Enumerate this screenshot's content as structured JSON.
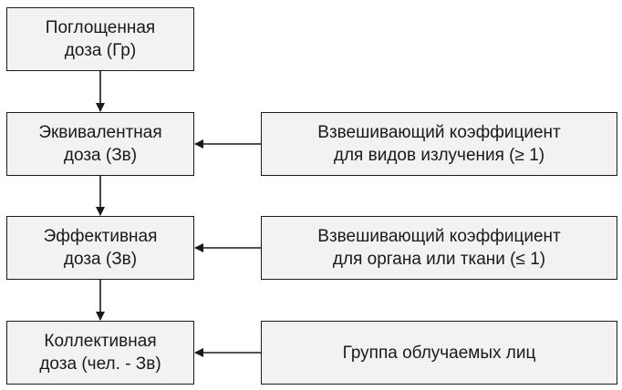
{
  "left_column": {
    "absorbed_dose": {
      "line1": "Поглощенная",
      "line2": "доза (Гр)"
    },
    "equivalent_dose": {
      "line1": "Эквивалентная",
      "line2": "доза (Зв)"
    },
    "effective_dose": {
      "line1": "Эффективная",
      "line2": "доза (Зв)"
    },
    "collective_dose": {
      "line1": "Коллективная",
      "line2": "доза (чел. - Зв)"
    }
  },
  "right_column": {
    "radiation_weighting": {
      "line1": "Взвешивающий коэффициент",
      "line2": "для видов излучения (≥ 1)"
    },
    "tissue_weighting": {
      "line1": "Взвешивающий коэффициент",
      "line2": "для органа или ткани (≤ 1)"
    },
    "exposed_group": {
      "line1": "Группа облучаемых лиц"
    }
  },
  "colors": {
    "box_fill": "#f2f2f2",
    "line": "#1a1a1a"
  }
}
